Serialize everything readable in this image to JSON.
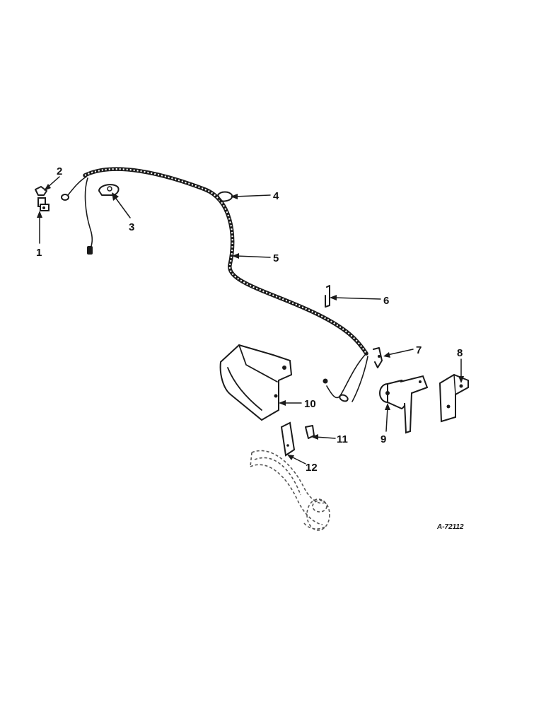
{
  "callouts": {
    "c1": "1",
    "c2": "2",
    "c3": "3",
    "c4": "4",
    "c5": "5",
    "c6": "6",
    "c7": "7",
    "c8": "8",
    "c9": "9",
    "c10": "10",
    "c11": "11",
    "c12": "12"
  },
  "reference_code": "A-72112"
}
